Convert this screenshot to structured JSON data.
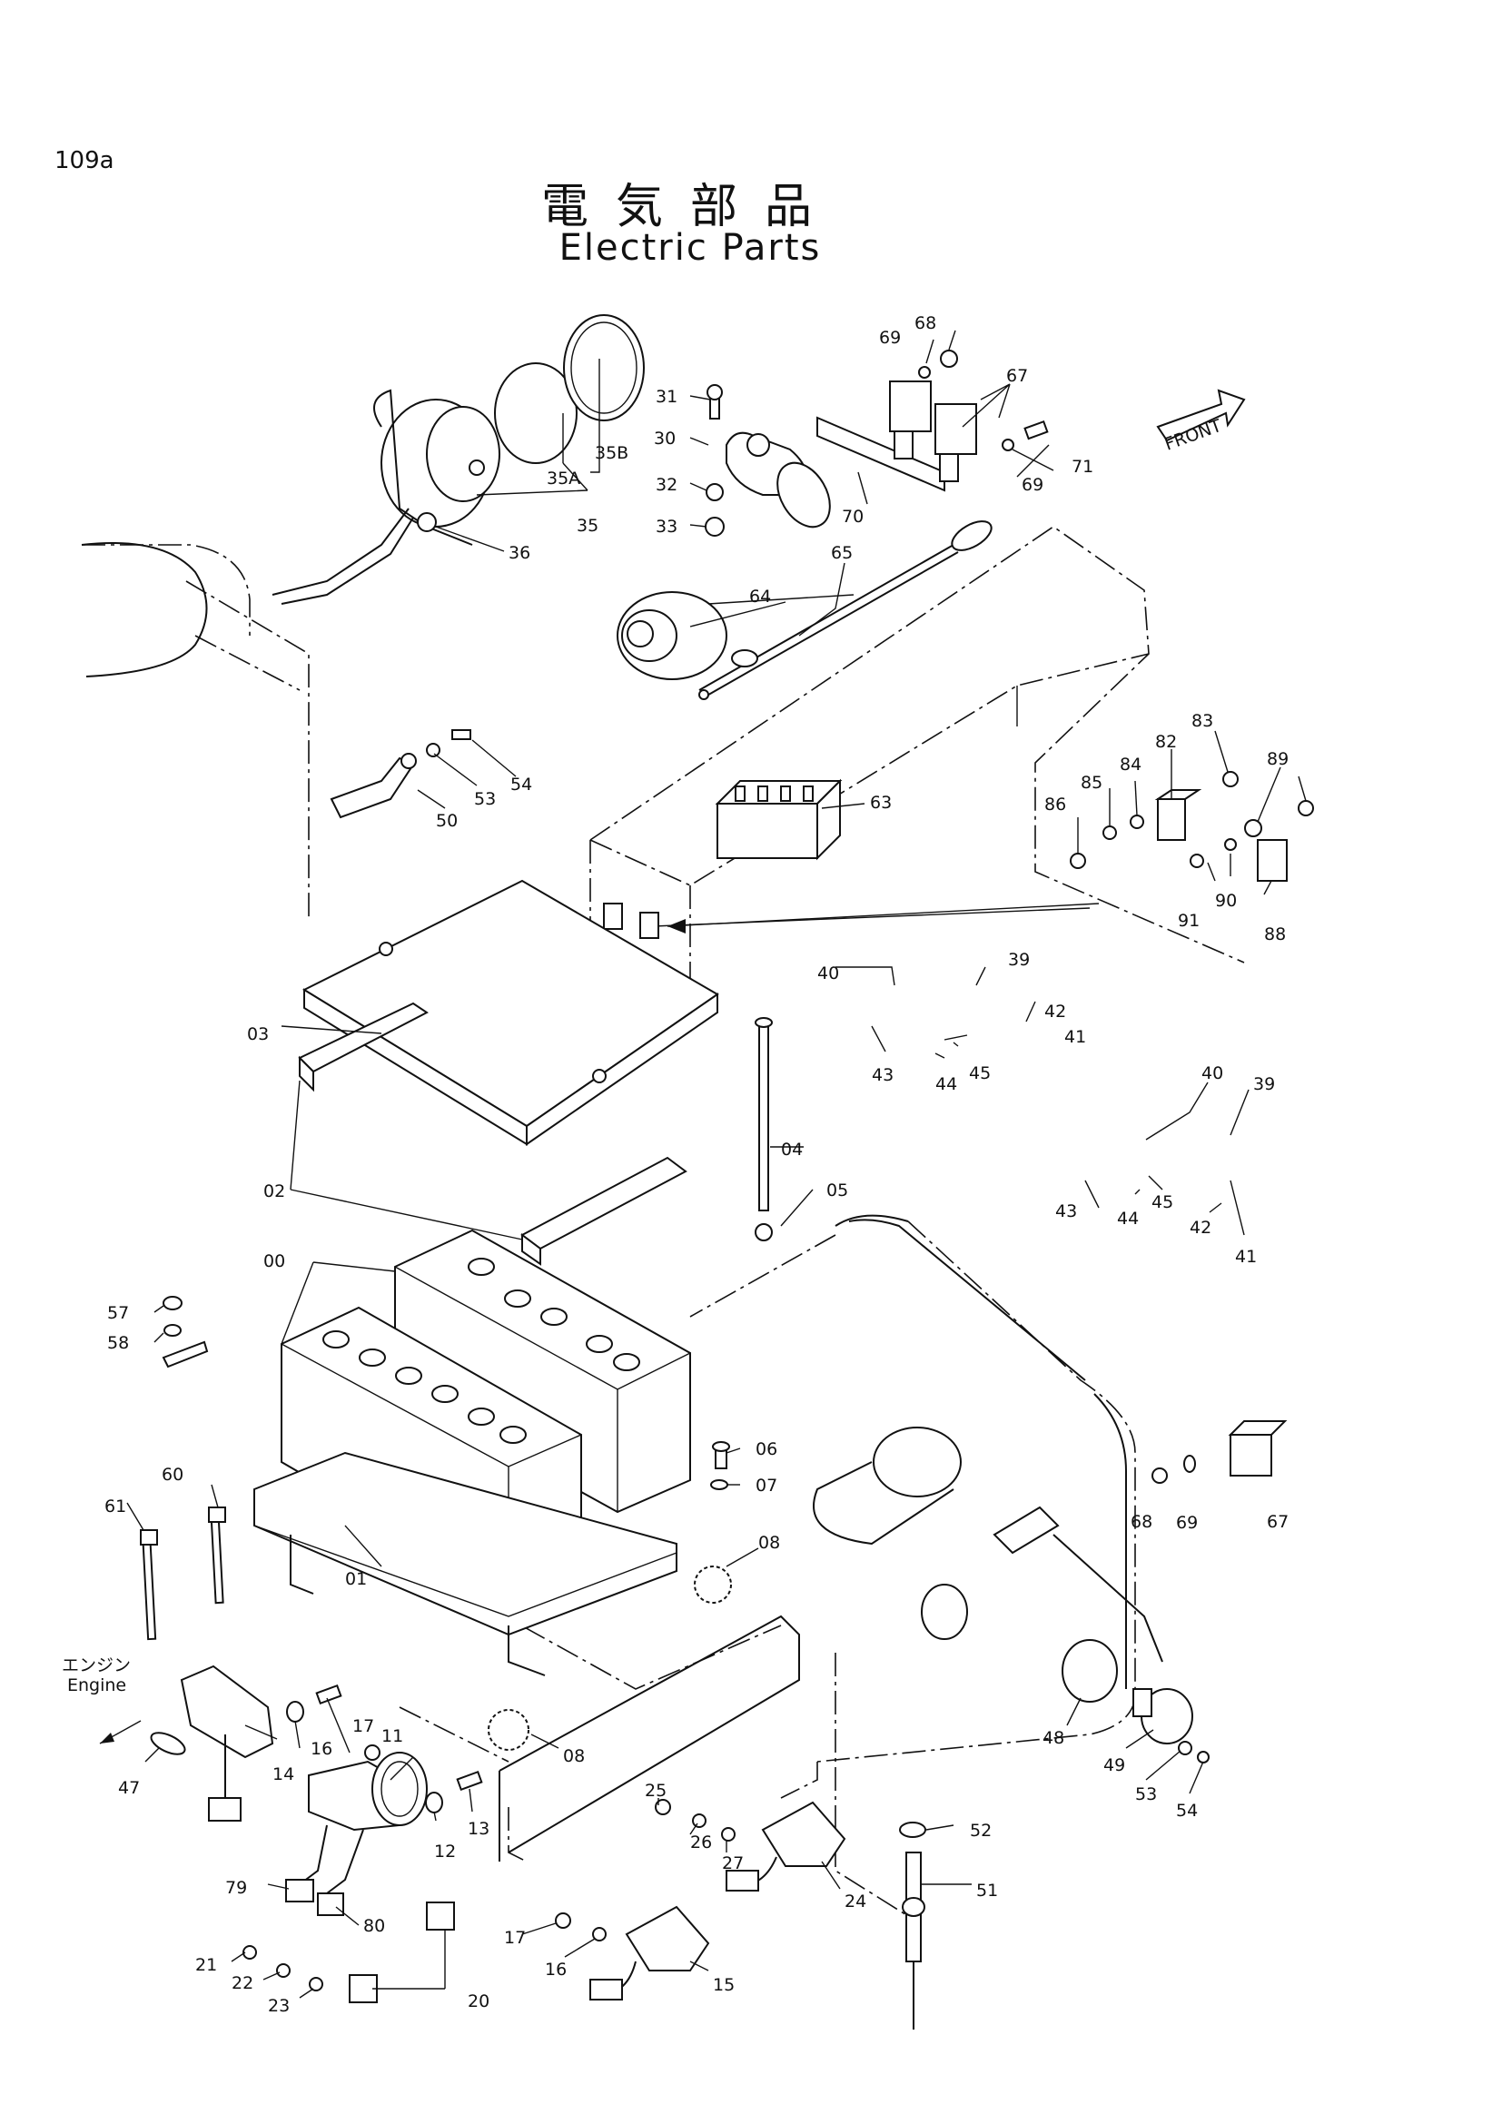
{
  "page_number": "109a",
  "title_jp": "電気部品",
  "title_en": "Electric Parts",
  "front_label": "FRONT",
  "engine_label_jp": "エンジン",
  "engine_label_en": "Engine",
  "callouts": {
    "c00": "00",
    "c01": "01",
    "c02": "02",
    "c03": "03",
    "c04": "04",
    "c05": "05",
    "c06": "06",
    "c07": "07",
    "c08a": "08",
    "c08b": "08",
    "c11": "11",
    "c12": "12",
    "c13": "13",
    "c14": "14",
    "c15": "15",
    "c16a": "16",
    "c16b": "16",
    "c17a": "17",
    "c17b": "17",
    "c20": "20",
    "c21": "21",
    "c22": "22",
    "c23": "23",
    "c24": "24",
    "c25": "25",
    "c26": "26",
    "c27": "27",
    "c30": "30",
    "c31": "31",
    "c32": "32",
    "c33": "33",
    "c35": "35",
    "c35A": "35A",
    "c35B": "35B",
    "c36": "36",
    "c39a": "39",
    "c39b": "39",
    "c40a": "40",
    "c40b": "40",
    "c41a": "41",
    "c41b": "41",
    "c42a": "42",
    "c42b": "42",
    "c43a": "43",
    "c43b": "43",
    "c44a": "44",
    "c44b": "44",
    "c45a": "45",
    "c45b": "45",
    "c47": "47",
    "c48": "48",
    "c49": "49",
    "c50": "50",
    "c51": "51",
    "c52": "52",
    "c53a": "53",
    "c53b": "53",
    "c54a": "54",
    "c54b": "54",
    "c57": "57",
    "c58": "58",
    "c60": "60",
    "c61": "61",
    "c63": "63",
    "c64": "64",
    "c65": "65",
    "c67a": "67",
    "c67b": "67",
    "c68a": "68",
    "c68b": "68",
    "c69a": "69",
    "c69b": "69",
    "c69c": "69",
    "c70": "70",
    "c71": "71",
    "c79": "79",
    "c80": "80",
    "c82": "82",
    "c83": "83",
    "c84": "84",
    "c85": "85",
    "c86": "86",
    "c88": "88",
    "c89": "89",
    "c90": "90",
    "c91": "91"
  }
}
